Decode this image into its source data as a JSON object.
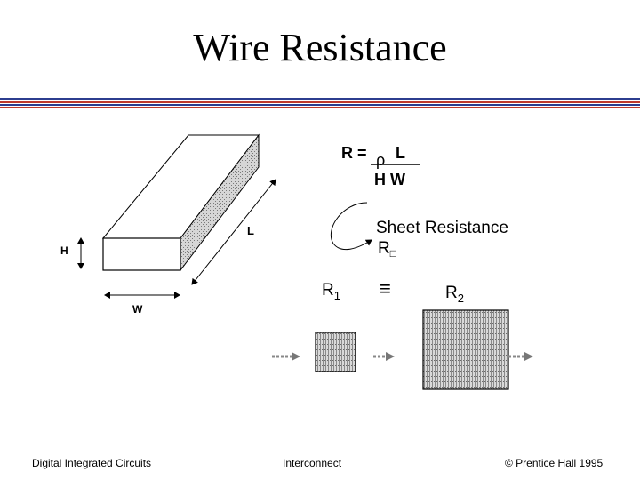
{
  "slide": {
    "title": "Wire Resistance"
  },
  "wire_diagram": {
    "height_label": "H",
    "width_label": "W",
    "length_label": "L"
  },
  "formula": {
    "lhs": "R =",
    "rho": "ρ",
    "numerator_L": "L",
    "denominator": "H W"
  },
  "sheet": {
    "label": "Sheet Resistance",
    "symbol": "R",
    "subscript": "□"
  },
  "squares": {
    "r1": "R",
    "r1_sub": "1",
    "equiv": "≡",
    "r2": "R",
    "r2_sub": "2"
  },
  "footer": {
    "left": "Digital Integrated Circuits",
    "center": "Interconnect",
    "right": "© Prentice Hall 1995"
  },
  "colors": {
    "rule_red": "#c0392b",
    "rule_blue": "#2c3e8f"
  }
}
